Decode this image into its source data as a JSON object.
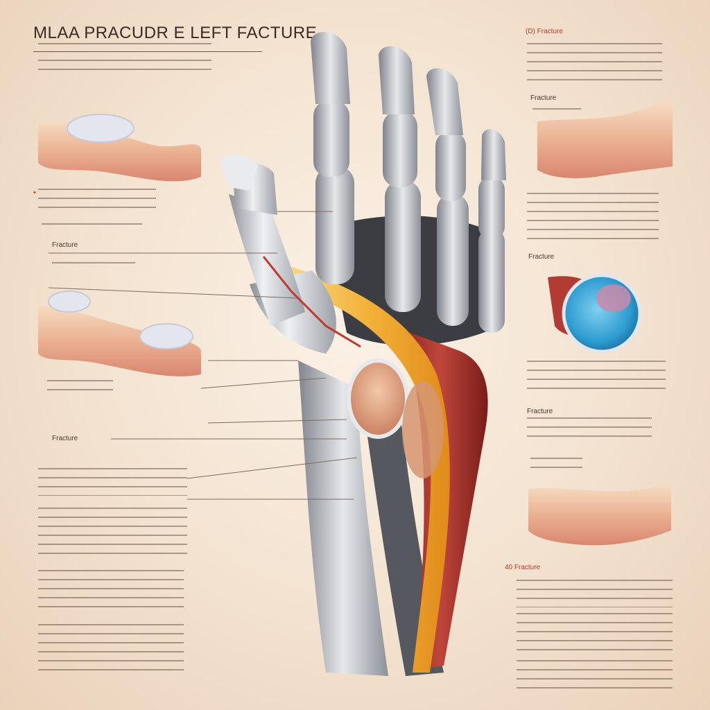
{
  "title": "MLAA PRACUDR E LEFT FACTURE",
  "labels": {
    "right_top": "(D) Fracture",
    "right_section1": "Fracture",
    "right_section2": "Fracture",
    "right_section3": "Fracture",
    "right_section4": "40 Fracture",
    "left_section1": "Fracture",
    "left_section2": "Fracture"
  },
  "colors": {
    "bone": "#c9cbd0",
    "tendon": "#e8b850",
    "muscle": "#a8302a",
    "skin": "#e7a38a",
    "accent_red": "#c0392b",
    "capsule_blue": "#3aa7d8"
  }
}
